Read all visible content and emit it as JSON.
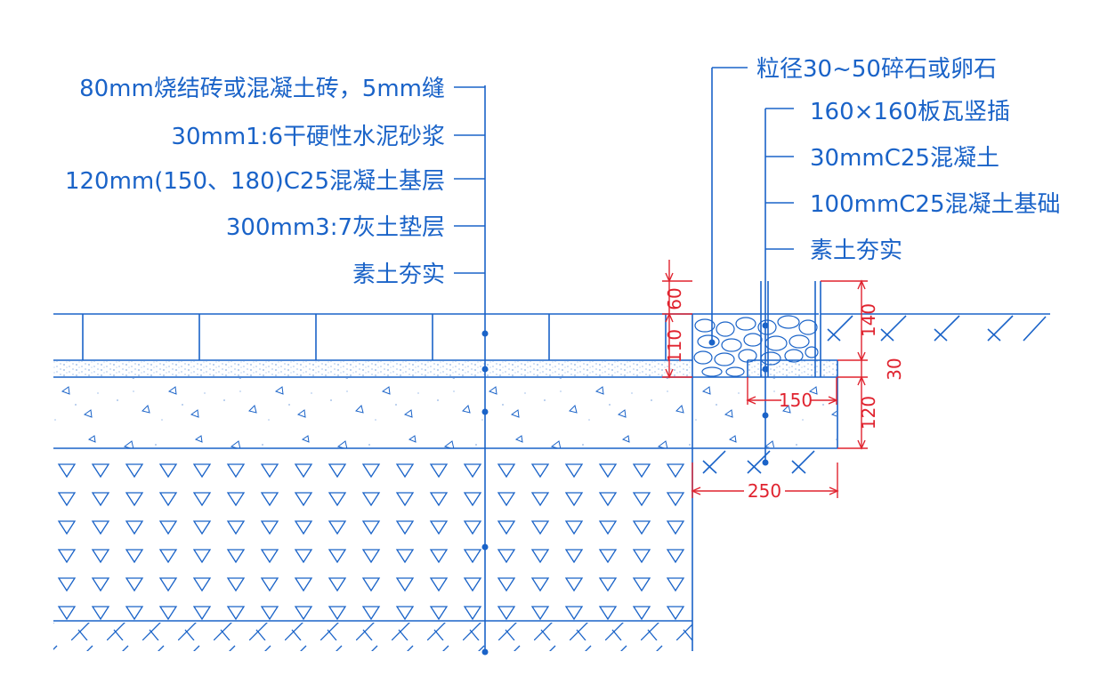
{
  "left_labels": [
    "80mm烧结砖或混凝土砖，5mm缝",
    "30mm1:6干硬性水泥砂浆",
    "120mm(150、180)C25混凝土基层",
    "300mm3:7灰土垫层",
    "素土夯实"
  ],
  "right_labels": [
    "粒径30~50碎石或卵石",
    "160×160板瓦竖插",
    "30mmC25混凝土",
    "100mmC25混凝土基础",
    "素土夯实"
  ],
  "dimensions": {
    "d60": "60",
    "d110": "110",
    "d140": "140",
    "d30": "30",
    "d120": "120",
    "d150": "150",
    "d250": "250"
  },
  "colors": {
    "line": "#1a63c8",
    "dimension": "#e0232f",
    "background": "#ffffff"
  }
}
